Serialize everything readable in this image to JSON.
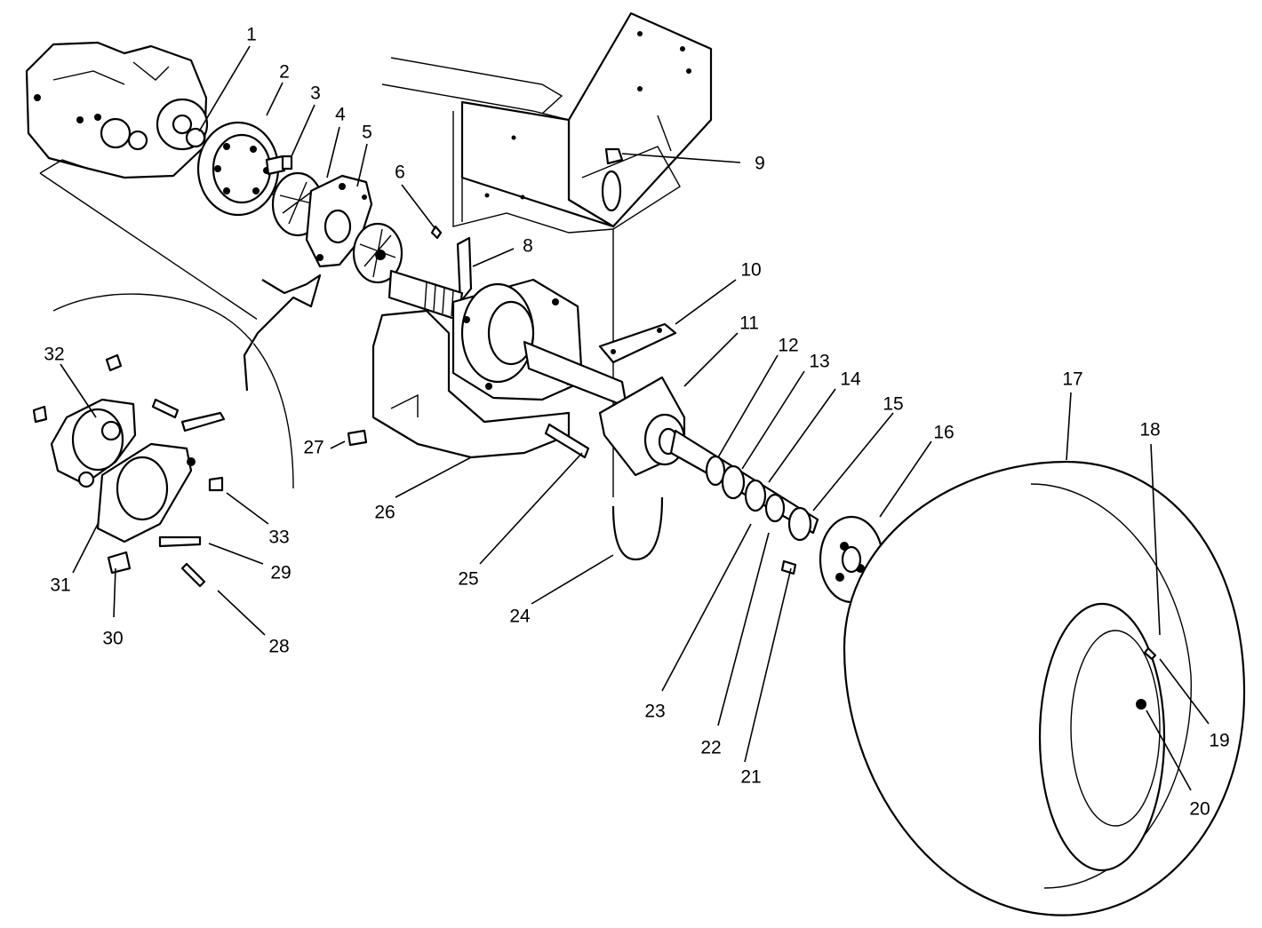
{
  "diagram": {
    "part_labels": [
      {
        "id": "1",
        "text": "1"
      },
      {
        "id": "2",
        "text": "2"
      },
      {
        "id": "3",
        "text": "3"
      },
      {
        "id": "4",
        "text": "4"
      },
      {
        "id": "5",
        "text": "5"
      },
      {
        "id": "6",
        "text": "6"
      },
      {
        "id": "8",
        "text": "8"
      },
      {
        "id": "9",
        "text": "9"
      },
      {
        "id": "10",
        "text": "10"
      },
      {
        "id": "11",
        "text": "11"
      },
      {
        "id": "12",
        "text": "12"
      },
      {
        "id": "13",
        "text": "13"
      },
      {
        "id": "14",
        "text": "14"
      },
      {
        "id": "15",
        "text": "15"
      },
      {
        "id": "16",
        "text": "16"
      },
      {
        "id": "17",
        "text": "17"
      },
      {
        "id": "18",
        "text": "18"
      },
      {
        "id": "19",
        "text": "19"
      },
      {
        "id": "20",
        "text": "20"
      },
      {
        "id": "21",
        "text": "21"
      },
      {
        "id": "22",
        "text": "22"
      },
      {
        "id": "23",
        "text": "23"
      },
      {
        "id": "24",
        "text": "24"
      },
      {
        "id": "25",
        "text": "25"
      },
      {
        "id": "26",
        "text": "26"
      },
      {
        "id": "27",
        "text": "27"
      },
      {
        "id": "28",
        "text": "28"
      },
      {
        "id": "29",
        "text": "29"
      },
      {
        "id": "30",
        "text": "30"
      },
      {
        "id": "31",
        "text": "31"
      },
      {
        "id": "32",
        "text": "32"
      },
      {
        "id": "33",
        "text": "33"
      }
    ]
  }
}
